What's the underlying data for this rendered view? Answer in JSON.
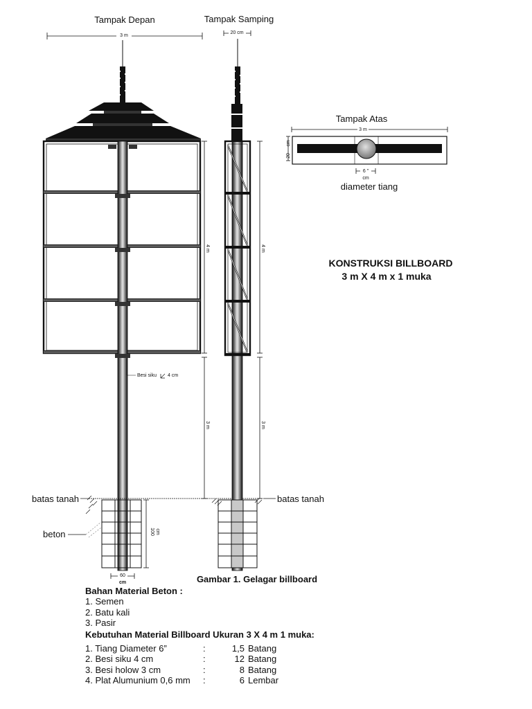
{
  "views": {
    "front": "Tampak Depan",
    "side": "Tampak Samping",
    "top": "Tampak Atas"
  },
  "dimensions": {
    "front_width": "3 m",
    "side_width": "20 cm",
    "board_height_front": "4 m",
    "board_height_side": "4 m",
    "pole_height_front": "3 m",
    "pole_height_side": "3 m",
    "top_width": "3 m",
    "top_depth_value": "20",
    "top_depth_unit": "cm",
    "top_pole_value": "6 \"",
    "top_pole_unit": "cm",
    "foundation_depth_value": "100",
    "foundation_depth_unit": "cm",
    "foundation_width_value": "60",
    "foundation_width_unit": "cm"
  },
  "labels": {
    "diameter": "diameter tiang",
    "angle_iron": "Besi siku",
    "angle_iron_size": "4 cm",
    "ground_left": "batas tanah",
    "ground_right": "batas tanah",
    "concrete": "beton"
  },
  "title": {
    "line1": "KONSTRUKSI BILLBOARD",
    "line2": "3 m X 4 m x 1 muka"
  },
  "caption": "Gambar 1. Gelagar billboard",
  "materials": {
    "concrete_heading": "Bahan Material Beton :",
    "concrete_items": [
      "1. Semen",
      "2. Batu kali",
      "3. Pasir"
    ],
    "billboard_heading": "Kebutuhan Material Billboard Ukuran 3 X 4 m 1 muka:",
    "billboard_items": [
      {
        "name": "1. Tiang Diameter 6”",
        "qty": "1,5",
        "unit": "Batang"
      },
      {
        "name": "2. Besi siku 4 cm",
        "qty": "12",
        "unit": "Batang"
      },
      {
        "name": "3. Besi holow 3 cm",
        "qty": "8",
        "unit": "Batang"
      },
      {
        "name": "4. Plat Alumunium 0,6 mm",
        "qty": "6",
        "unit": "Lembar"
      }
    ]
  }
}
